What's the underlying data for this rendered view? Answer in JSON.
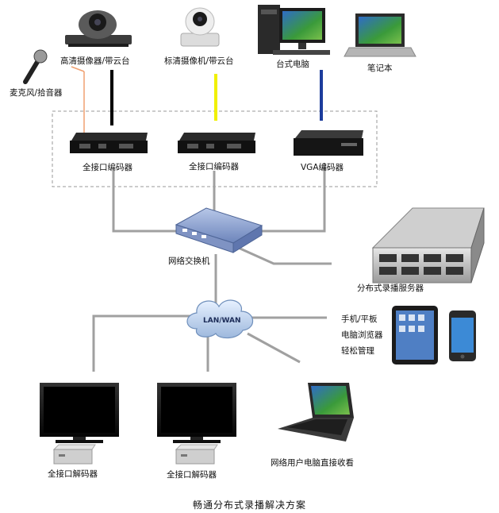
{
  "devices": {
    "mic": "麦克风/拾音器",
    "hd_camera": "高清摄像器/带云台",
    "sd_camera": "标清摄像机/带云台",
    "desktop": "台式电脑",
    "laptop": "笔记本",
    "encoder_1": "全接口编码器",
    "encoder_2": "全接口编码器",
    "vga_encoder": "VGA编码器",
    "switch": "网络交换机",
    "server": "分布式录播服务器",
    "cloud": "LAN/WAN",
    "decoder_1": "全接口解码器",
    "decoder_2": "全接口解码器",
    "netbook": "网络用户电脑直接收看"
  },
  "mobile_access": [
    "手机/平板",
    "电脑浏览器",
    "轻松管理"
  ],
  "caption": "畅通分布式录播解决方案",
  "colors": {
    "mic_cable": "#f0a070",
    "hd_cable": "#000000",
    "sd_cable": "#f0f000",
    "pc_cable": "#1c3c9c",
    "network_line": "#a0a0a0"
  }
}
